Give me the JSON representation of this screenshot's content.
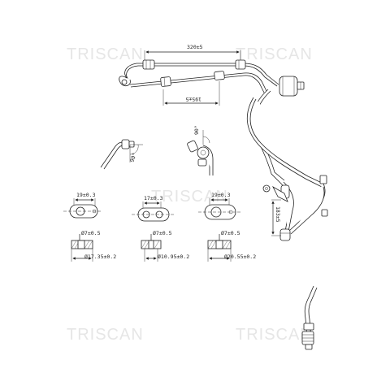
{
  "watermarks": [
    "TRISCAN",
    "TRISCAN",
    "TRISCAN",
    "TRISCAN",
    "TRISCAN"
  ],
  "dimensions": {
    "top_length": "320±5",
    "bottom_length": "195±5",
    "side_length": "183±5",
    "angle_1": "90°",
    "angle_2": "90°"
  },
  "fittings": [
    {
      "width": "19±0.3",
      "bore": "Ø7±0.5",
      "outer": "Ø17.35±0.2"
    },
    {
      "width": "17±0.3",
      "bore": "Ø7±0.5",
      "outer": "Ø10.95±0.2"
    },
    {
      "width": "19±0.3",
      "bore": "Ø7±0.5",
      "outer": "Ø20.55±0.2"
    }
  ]
}
